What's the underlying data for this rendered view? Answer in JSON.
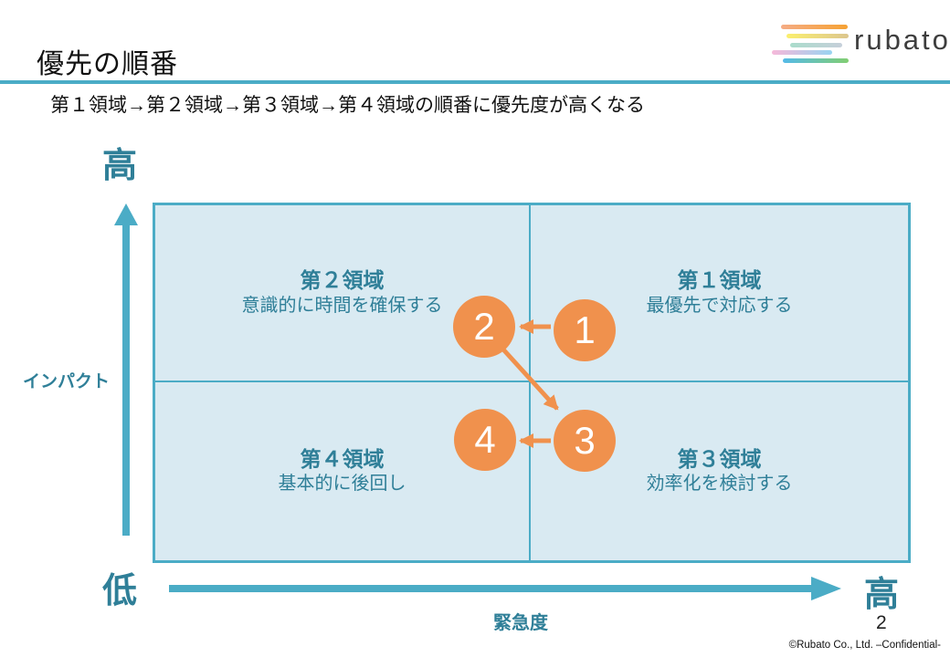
{
  "slide": {
    "title": "優先の順番",
    "subtitle": "第１領域→第２領域→第３領域→第４領域の順番に優先度が高くなる",
    "page_number": "2",
    "footer": "©Rubato Co., Ltd. –Confidential-"
  },
  "logo": {
    "text": "rubato"
  },
  "axes": {
    "y_name": "インパクト",
    "y_high": "高",
    "y_low": "低",
    "x_name": "緊急度",
    "x_high": "高"
  },
  "matrix": {
    "quadrants": [
      {
        "position": "top-left",
        "title": "第２領域",
        "desc": "意識的に時間を確保する"
      },
      {
        "position": "top-right",
        "title": "第１領域",
        "desc": "最優先で対応する"
      },
      {
        "position": "bottom-left",
        "title": "第４領域",
        "desc": "基本的に後回し"
      },
      {
        "position": "bottom-right",
        "title": "第３領域",
        "desc": "効率化を検討する"
      }
    ],
    "steps": [
      "1",
      "2",
      "3",
      "4"
    ],
    "flow": "1 → 2 → 3 → 4"
  },
  "colors": {
    "accent_teal": "#4BACC6",
    "teal_text": "#2F7F98",
    "quadrant_fill": "#D9EAF2",
    "step_orange": "#F0914D"
  }
}
